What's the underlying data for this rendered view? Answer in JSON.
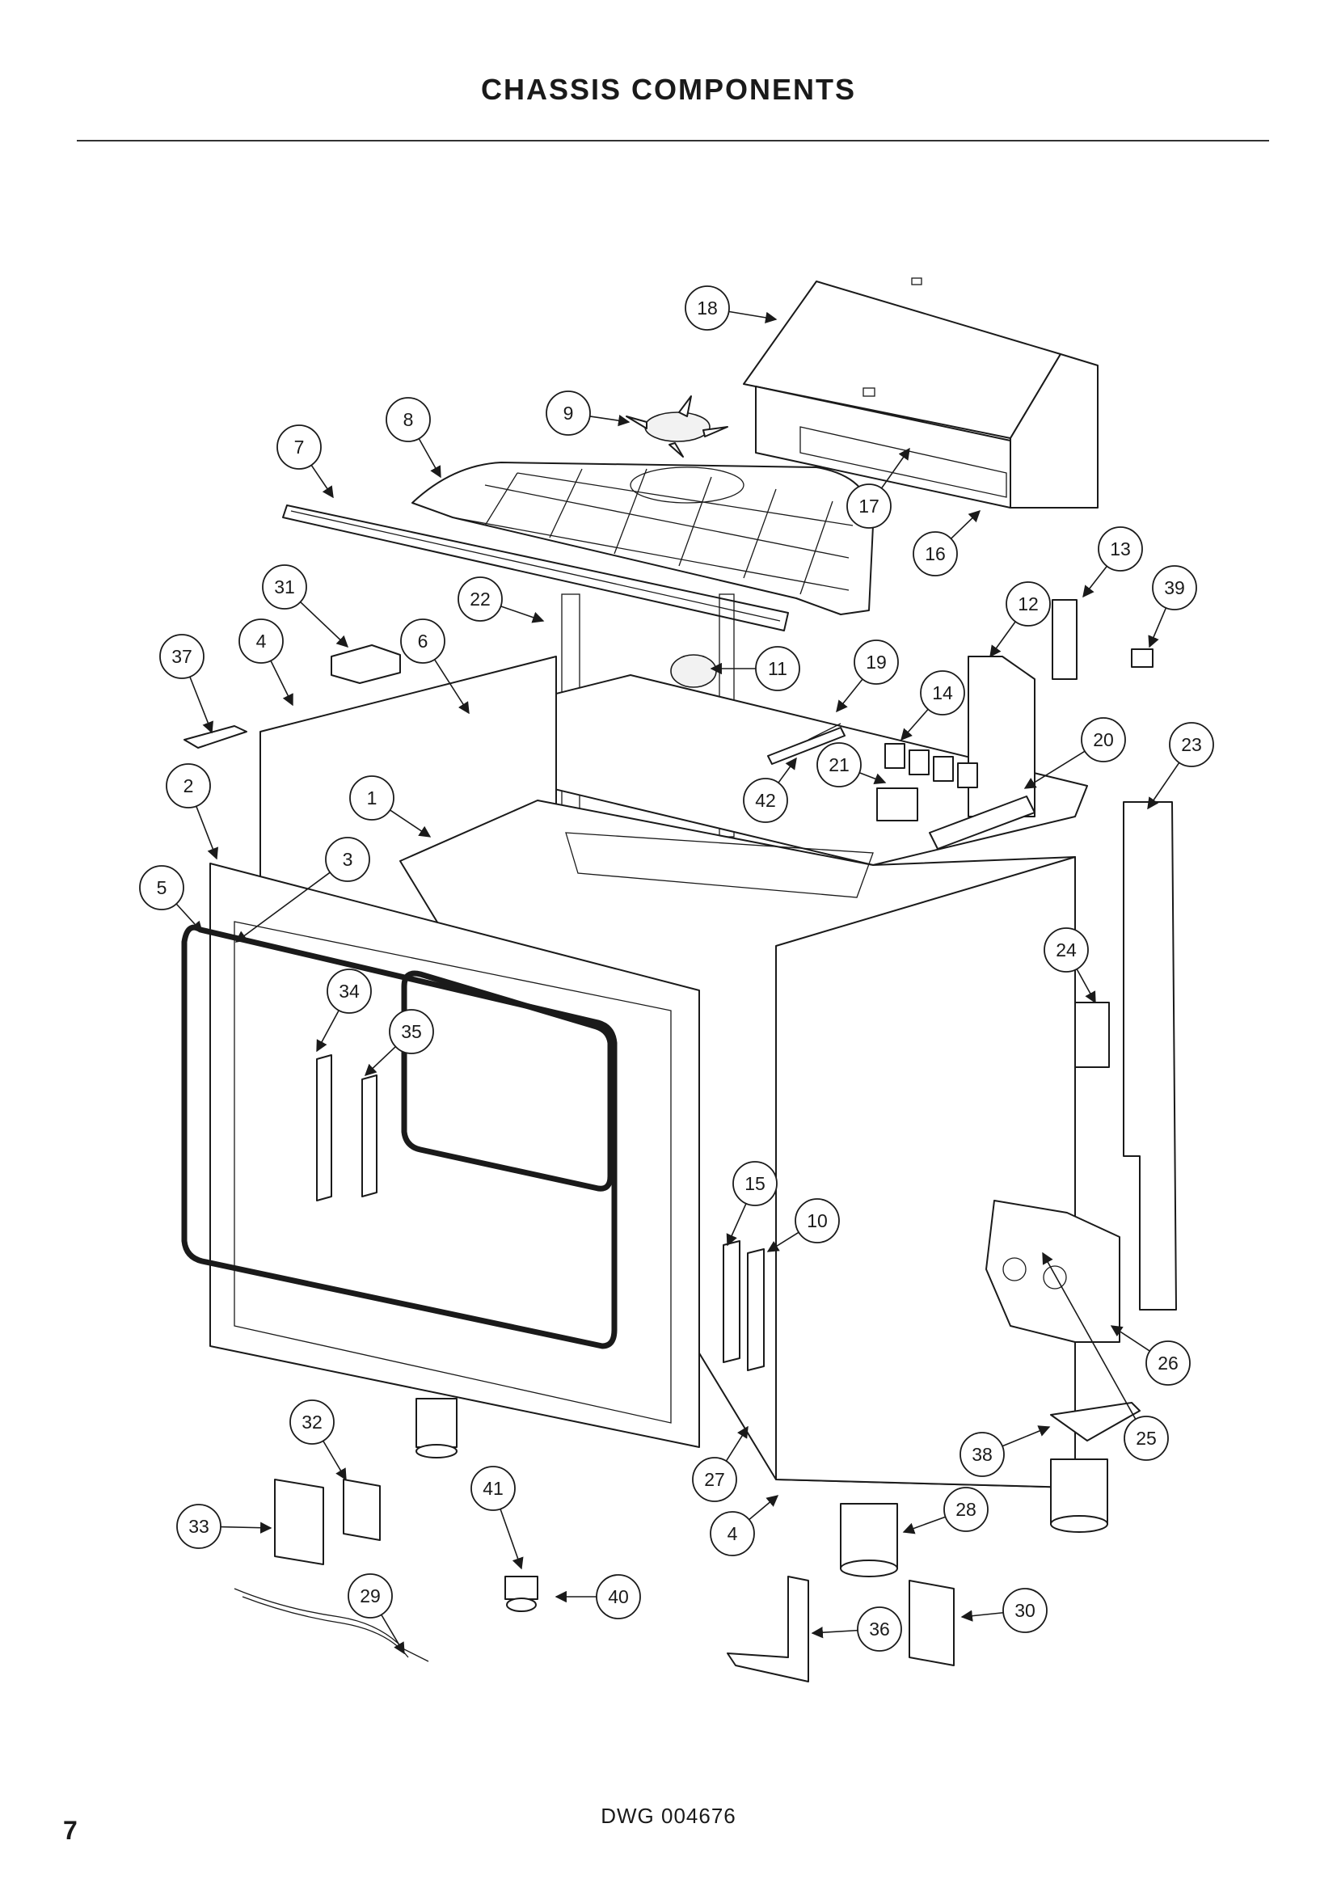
{
  "header": {
    "title": "CHASSIS COMPONENTS"
  },
  "footer": {
    "drawing_number": "DWG 004676",
    "page_number": "7"
  },
  "callouts": [
    "1",
    "2",
    "3",
    "4",
    "5",
    "6",
    "7",
    "8",
    "9",
    "10",
    "11",
    "12",
    "13",
    "14",
    "15",
    "16",
    "17",
    "18",
    "19",
    "20",
    "21",
    "22",
    "23",
    "24",
    "25",
    "26",
    "27",
    "28",
    "29",
    "30",
    "31",
    "32",
    "33",
    "34",
    "35",
    "36",
    "37",
    "38",
    "39",
    "40",
    "41",
    "42"
  ]
}
